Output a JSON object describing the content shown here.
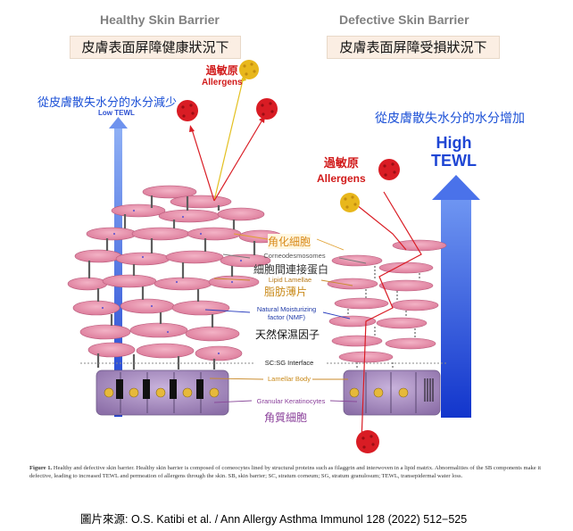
{
  "healthy": {
    "title": "Healthy Skin Barrier",
    "title_zh": "皮膚表面屏障健康狀況下",
    "allergens_zh": "過敏原",
    "allergens_en": "Allergens",
    "tewl_zh": "從皮膚散失水分的水分減少",
    "tewl_en": "Low TEWL"
  },
  "defective": {
    "title": "Defective Skin Barrier",
    "title_zh": "皮膚表面屏障受損狀況下",
    "tewl_zh": "從皮膚散失水分的水分增加",
    "tewl_en_1": "High",
    "tewl_en_2": "TEWL",
    "allergens_zh": "過敏原",
    "allergens_en": "Allergens"
  },
  "labels": {
    "corneocytes_zh": "角化細胞",
    "corneodesmosomes": "Corneodesmosomes",
    "corneodesmosomes_zh": "細胞間連接蛋白",
    "lipid_lamellae": "Lipid Lamellae",
    "lipid_lamellae_zh": "脂肪薄片",
    "nmf_1": "Natural Moisturizing",
    "nmf_2": "factor (NMF)",
    "nmf_zh": "天然保濕因子",
    "sc_sg": "SC:SG Interface",
    "lamellar_body": "Lamellar Body",
    "granular": "Granular Keratinocytes",
    "granular_zh": "角質細胞"
  },
  "caption": {
    "figure_label": "Figure 1.",
    "text": "Healthy and defective skin barrier. Healthy skin barrier is composed of corneocytes lined by structural proteins such as filaggrin and interwoven in a lipid matrix. Abnormalities of the SB components make it defective, leading to increased TEWL and permeation of allergens through the skin. SB, skin barrier; SC, stratum corneum; SG, stratum granulosum; TEWL, transepidermal water loss."
  },
  "source": "圖片來源:  O.S. Katibi et al. / Ann Allergy Asthma Immunol 128 (2022) 512−525",
  "colors": {
    "cell_pink": "#e58aa8",
    "cell_dark": "#c0607f",
    "granular_purple": "#9f86b5",
    "allergen_red": "#d91c24",
    "allergen_yellow": "#e8b71c",
    "arrow_blue": "#2f5ce8",
    "lipid_gray": "#6b6b6b"
  }
}
